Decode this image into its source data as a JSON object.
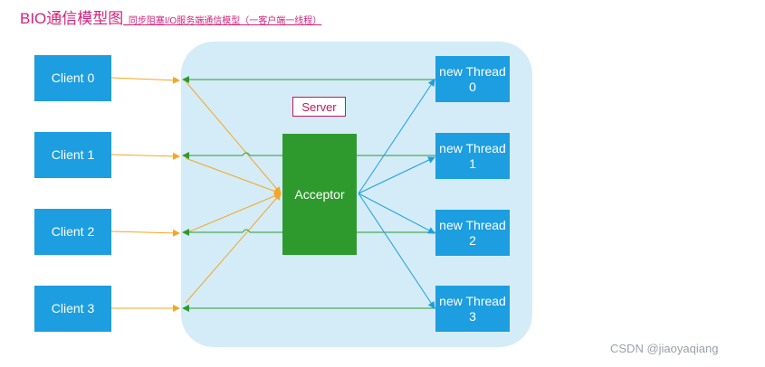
{
  "title": {
    "main": "BIO通信模型图",
    "sub": "_同步阻塞I/O服务端通信模型（一客户端一线程）"
  },
  "server_label": "Server",
  "acceptor_label": "Acceptor",
  "clients": [
    "Client 0",
    "Client 1",
    "Client 2",
    "Client 3"
  ],
  "threads": [
    {
      "line1": "new Thread",
      "line2": "0"
    },
    {
      "line1": "new Thread",
      "line2": "1"
    },
    {
      "line1": "new Thread",
      "line2": "2"
    },
    {
      "line1": "new Thread",
      "line2": "3"
    }
  ],
  "watermark": "CSDN @jiaoyaqiang",
  "colors": {
    "client_box": "#1d9ee0",
    "thread_box": "#1d9ee0",
    "acceptor_box": "#2e9a2e",
    "server_bg": "#d3ecf8",
    "request_arrow": "#f5a623",
    "response_arrow": "#2e9a2e",
    "dispatch_arrow": "#1d9ee0",
    "title": "#d4237a"
  }
}
